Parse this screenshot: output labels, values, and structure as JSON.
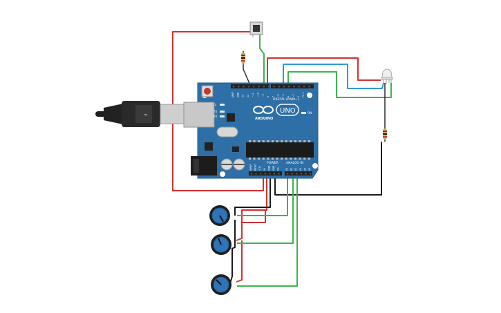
{
  "board": {
    "brand": "ARDUINO",
    "model": "UNO",
    "digital_label": "DIGITAL (PWM~)",
    "power_label": "POWER",
    "analog_label": "ANALOG IN",
    "on_label": "ON",
    "tx_label": "TX",
    "rx_label": "RX",
    "l_label": "L",
    "digital_pins": [
      "AREF",
      "GND",
      "13",
      "12",
      "~11",
      "~10",
      "~9",
      "8",
      "7",
      "~6",
      "~5",
      "4",
      "~3",
      "2",
      "TX 1",
      "RX 0"
    ],
    "power_pins": [
      "IOREF",
      "RESET",
      "3.3V",
      "5V",
      "GND",
      "GND",
      "Vin"
    ],
    "analog_pins": [
      "A0",
      "A1",
      "A2",
      "A3",
      "A4",
      "A5"
    ]
  },
  "colors": {
    "board": "#2d6fa6",
    "wire_red": "#d62f2f",
    "wire_green": "#3ab54a",
    "wire_blue": "#2d9bd6",
    "wire_black": "#1a1a1a",
    "knob": "#2f73b8"
  }
}
